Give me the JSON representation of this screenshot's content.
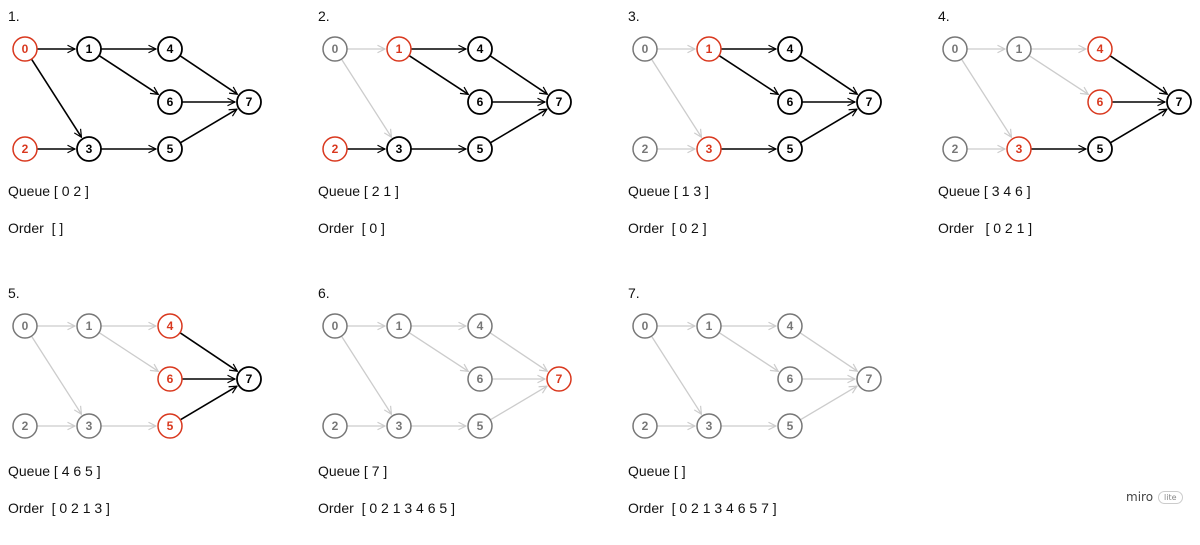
{
  "colors": {
    "active": "#000000",
    "highlight": "#d9381e",
    "visited": "#777777",
    "faded": "#cccccc"
  },
  "panels": [
    {
      "step": "1.",
      "queue": "Queue [ 0 2 ]",
      "order": "Order  [ ]",
      "states": {
        "0": "highlight",
        "1": "active",
        "2": "highlight",
        "3": "active",
        "4": "active",
        "5": "active",
        "6": "active",
        "7": "active"
      },
      "edge_states": [
        "active",
        "active",
        "active",
        "active",
        "active",
        "active",
        "active",
        "active",
        "active"
      ]
    },
    {
      "step": "2.",
      "queue": "Queue [ 2 1 ]",
      "order": "Order  [ 0 ]",
      "states": {
        "0": "visited",
        "1": "highlight",
        "2": "highlight",
        "3": "active",
        "4": "active",
        "5": "active",
        "6": "active",
        "7": "active"
      },
      "edge_states": [
        "faded",
        "faded",
        "active",
        "active",
        "active",
        "active",
        "active",
        "active",
        "active"
      ]
    },
    {
      "step": "3.",
      "queue": "Queue [ 1 3 ]",
      "order": "Order  [ 0 2 ]",
      "states": {
        "0": "visited",
        "1": "highlight",
        "2": "visited",
        "3": "highlight",
        "4": "active",
        "5": "active",
        "6": "active",
        "7": "active"
      },
      "edge_states": [
        "faded",
        "faded",
        "faded",
        "active",
        "active",
        "active",
        "active",
        "active",
        "active"
      ]
    },
    {
      "step": "4.",
      "queue": "Queue [ 3 4 6 ]",
      "order": "Order   [ 0 2 1 ]",
      "states": {
        "0": "visited",
        "1": "visited",
        "2": "visited",
        "3": "highlight",
        "4": "highlight",
        "5": "active",
        "6": "highlight",
        "7": "active"
      },
      "edge_states": [
        "faded",
        "faded",
        "faded",
        "faded",
        "faded",
        "active",
        "active",
        "active",
        "active"
      ]
    },
    {
      "step": "5.",
      "queue": "Queue [ 4 6 5 ]",
      "order": "Order  [ 0 2 1 3 ]",
      "states": {
        "0": "visited",
        "1": "visited",
        "2": "visited",
        "3": "visited",
        "4": "highlight",
        "5": "highlight",
        "6": "highlight",
        "7": "active"
      },
      "edge_states": [
        "faded",
        "faded",
        "faded",
        "faded",
        "faded",
        "faded",
        "active",
        "active",
        "active"
      ]
    },
    {
      "step": "6.",
      "queue": "Queue [ 7 ]",
      "order": "Order  [ 0 2 1 3 4 6 5 ]",
      "states": {
        "0": "visited",
        "1": "visited",
        "2": "visited",
        "3": "visited",
        "4": "visited",
        "5": "visited",
        "6": "visited",
        "7": "highlight"
      },
      "edge_states": [
        "faded",
        "faded",
        "faded",
        "faded",
        "faded",
        "faded",
        "faded",
        "faded",
        "faded"
      ]
    },
    {
      "step": "7.",
      "queue": "Queue [ ]",
      "order": "Order  [ 0 2 1 3 4 6 5 7 ]",
      "states": {
        "0": "visited",
        "1": "visited",
        "2": "visited",
        "3": "visited",
        "4": "visited",
        "5": "visited",
        "6": "visited",
        "7": "visited"
      },
      "edge_states": [
        "faded",
        "faded",
        "faded",
        "faded",
        "faded",
        "faded",
        "faded",
        "faded",
        "faded"
      ]
    }
  ],
  "graph": {
    "nodes": [
      "0",
      "1",
      "2",
      "3",
      "4",
      "5",
      "6",
      "7"
    ],
    "edges": [
      [
        "0",
        "1"
      ],
      [
        "0",
        "3"
      ],
      [
        "2",
        "3"
      ],
      [
        "1",
        "4"
      ],
      [
        "1",
        "6"
      ],
      [
        "3",
        "5"
      ],
      [
        "4",
        "7"
      ],
      [
        "6",
        "7"
      ],
      [
        "5",
        "7"
      ]
    ]
  },
  "brand": {
    "name": "miro",
    "badge": "lite"
  }
}
